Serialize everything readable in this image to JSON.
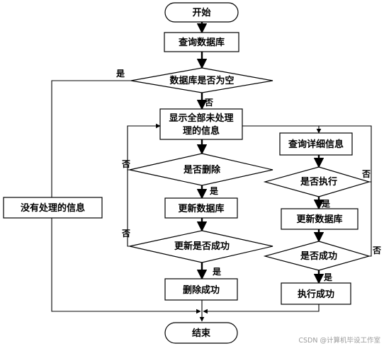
{
  "nodes": {
    "start": "开始",
    "query_db": "查询数据库",
    "db_empty": "数据库是否为空",
    "show_all_line1": "显示全部未处理",
    "show_all_line2": "理的信息",
    "is_delete": "是否删除",
    "update_db_left": "更新数据库",
    "update_success": "更新是否成功",
    "delete_success": "删除成功",
    "query_detail": "查询详细信息",
    "is_execute": "是否执行",
    "update_db_right": "更新数据库",
    "is_success": "是否成功",
    "execute_success": "执行成功",
    "no_info": "没有处理的信息",
    "end": "结束"
  },
  "edge_labels": {
    "yes": "是",
    "no": "否"
  },
  "watermark": "CSDN @计算机毕设工作室"
}
